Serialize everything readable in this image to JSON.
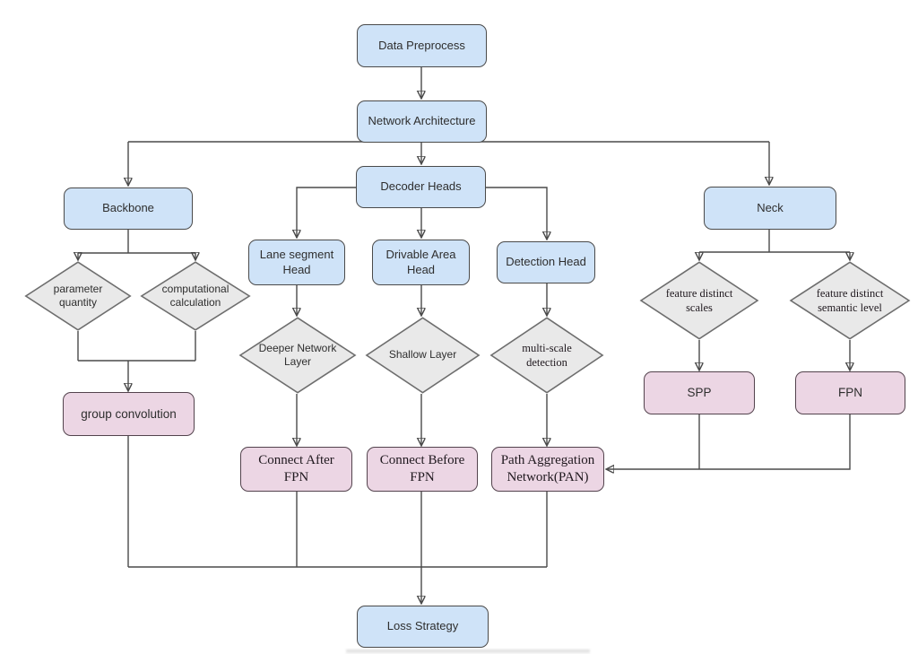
{
  "colors": {
    "process_fill": "#cfe3f8",
    "process_border": "#4a4a4a",
    "decision_fill": "#e9e9e9",
    "decision_border": "#6e6e6e",
    "result_fill": "#ecd6e4",
    "result_border": "#53434d",
    "line": "#4a4a4a",
    "arrow": "#111111",
    "text": "#2e2e2e",
    "canvas": "#ffffff"
  },
  "nodes": {
    "data_preprocess": {
      "label": "Data Preprocess",
      "shape": "rounded-rect",
      "category": "stage"
    },
    "network_architecture": {
      "label": "Network Architecture",
      "shape": "rounded-rect",
      "category": "stage"
    },
    "decoder_heads": {
      "label": "Decoder Heads",
      "shape": "rounded-rect",
      "category": "stage"
    },
    "backbone": {
      "label": "Backbone",
      "shape": "rounded-rect",
      "category": "stage"
    },
    "neck": {
      "label": "Neck",
      "shape": "rounded-rect",
      "category": "stage"
    },
    "lane_segment_head": {
      "label": "Lane segment Head",
      "shape": "rounded-rect",
      "category": "stage"
    },
    "drivable_area_head": {
      "label": "Drivable Area Head",
      "shape": "rounded-rect",
      "category": "stage"
    },
    "detection_head": {
      "label": "Detection Head",
      "shape": "rounded-rect",
      "category": "stage"
    },
    "parameter_quantity": {
      "label": "parameter quantity",
      "shape": "diamond",
      "category": "consideration"
    },
    "computational_calculation": {
      "label": "computational calculation",
      "shape": "diamond",
      "category": "consideration"
    },
    "deeper_network_layer": {
      "label": "Deeper Network Layer",
      "shape": "diamond",
      "category": "consideration"
    },
    "shallow_layer": {
      "label": "Shallow Layer",
      "shape": "diamond",
      "category": "consideration"
    },
    "multi_scale_detection": {
      "label": "multi-scale detection",
      "shape": "diamond",
      "category": "consideration"
    },
    "feature_distinct_scales": {
      "label": "feature distinct scales",
      "shape": "diamond",
      "category": "consideration"
    },
    "feature_distinct_semantic_level": {
      "label": "feature distinct semantic level",
      "shape": "diamond",
      "category": "consideration"
    },
    "group_convolution": {
      "label": "group convolution",
      "shape": "rounded-rect",
      "category": "solution"
    },
    "connect_after_fpn": {
      "label": "Connect After FPN",
      "shape": "rounded-rect",
      "category": "solution"
    },
    "connect_before_fpn": {
      "label": "Connect Before FPN",
      "shape": "rounded-rect",
      "category": "solution"
    },
    "pan": {
      "label": "Path Aggregation Network(PAN)",
      "shape": "rounded-rect",
      "category": "solution"
    },
    "spp": {
      "label": "SPP",
      "shape": "rounded-rect",
      "category": "solution"
    },
    "fpn": {
      "label": "FPN",
      "shape": "rounded-rect",
      "category": "solution"
    },
    "loss_strategy": {
      "label": "Loss Strategy",
      "shape": "rounded-rect",
      "category": "stage"
    }
  },
  "edges": [
    {
      "from": "Data Preprocess",
      "to": "Network Architecture"
    },
    {
      "from": "Network Architecture",
      "to": "Backbone"
    },
    {
      "from": "Network Architecture",
      "to": "Decoder Heads"
    },
    {
      "from": "Network Architecture",
      "to": "Neck"
    },
    {
      "from": "Backbone",
      "to": "parameter quantity"
    },
    {
      "from": "Backbone",
      "to": "computational calculation"
    },
    {
      "from": "parameter quantity",
      "to": "group convolution"
    },
    {
      "from": "computational calculation",
      "to": "group convolution"
    },
    {
      "from": "Decoder Heads",
      "to": "Lane segment Head"
    },
    {
      "from": "Decoder Heads",
      "to": "Drivable Area Head"
    },
    {
      "from": "Decoder Heads",
      "to": "Detection Head"
    },
    {
      "from": "Lane segment Head",
      "to": "Deeper Network Layer"
    },
    {
      "from": "Drivable Area Head",
      "to": "Shallow Layer"
    },
    {
      "from": "Detection Head",
      "to": "multi-scale detection"
    },
    {
      "from": "Deeper Network Layer",
      "to": "Connect After FPN"
    },
    {
      "from": "Shallow Layer",
      "to": "Connect Before FPN"
    },
    {
      "from": "multi-scale detection",
      "to": "Path Aggregation Network(PAN)"
    },
    {
      "from": "Neck",
      "to": "feature distinct scales"
    },
    {
      "from": "Neck",
      "to": "feature distinct semantic level"
    },
    {
      "from": "feature distinct scales",
      "to": "SPP"
    },
    {
      "from": "feature distinct semantic level",
      "to": "FPN"
    },
    {
      "from": "SPP",
      "to": "Path Aggregation Network(PAN)"
    },
    {
      "from": "FPN",
      "to": "Path Aggregation Network(PAN)"
    },
    {
      "from": "group convolution",
      "to": "Loss Strategy"
    },
    {
      "from": "Connect After FPN",
      "to": "Loss Strategy"
    },
    {
      "from": "Connect Before FPN",
      "to": "Loss Strategy"
    },
    {
      "from": "Path Aggregation Network(PAN)",
      "to": "Loss Strategy"
    }
  ]
}
